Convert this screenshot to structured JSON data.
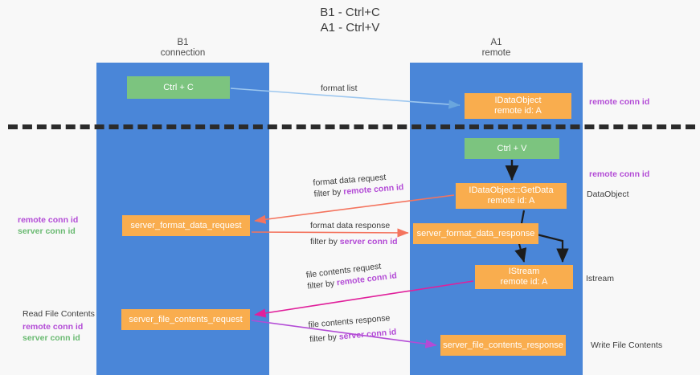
{
  "title": {
    "line1": "B1 - Ctrl+C",
    "line2": "A1 - Ctrl+V"
  },
  "lanes": [
    {
      "id": "b1",
      "name": "B1",
      "role": "connection"
    },
    {
      "id": "a1",
      "name": "A1",
      "role": "remote"
    }
  ],
  "nodes": {
    "ctrl_c": {
      "label": "Ctrl + C",
      "color": "#7cc47f"
    },
    "idataobject": {
      "line1": "IDataObject",
      "line2": "remote id: A",
      "color": "#f9ad4e"
    },
    "ctrl_v": {
      "label": "Ctrl + V",
      "color": "#7cc47f"
    },
    "getdata": {
      "line1": "IDataObject::GetData",
      "line2": "remote id: A",
      "color": "#f9ad4e"
    },
    "server_format_data_request": {
      "label": "server_format_data_request",
      "color": "#f9ad4e"
    },
    "server_format_data_response": {
      "label": "server_format_data_response",
      "color": "#f9ad4e"
    },
    "istream": {
      "line1": "IStream",
      "line2": "remote id: A",
      "color": "#f9ad4e"
    },
    "server_file_contents_request": {
      "label": "server_file_contents_request",
      "color": "#f9ad4e"
    },
    "server_file_contents_response": {
      "label": "server_file_contents_response",
      "color": "#f9ad4e"
    }
  },
  "edges": {
    "format_list": {
      "label": "format list",
      "color": "#9dc7ef"
    },
    "format_data_request": {
      "label": "format data request",
      "filter_prefix": "filter by ",
      "filter_key": "remote conn id",
      "color": "#f4745e"
    },
    "format_data_response": {
      "label": "format data response",
      "filter_prefix": "filter by ",
      "filter_key": "server conn id",
      "color": "#f4745e"
    },
    "file_contents_request": {
      "label": "file contents request",
      "filter_prefix": "filter by ",
      "filter_key": "remote conn id",
      "color": "#e0209b"
    },
    "file_contents_response": {
      "label": "file contents response",
      "filter_prefix": "filter by ",
      "filter_key": "server conn id",
      "color": "#b34bd6"
    }
  },
  "annotations": {
    "remote_conn_id": "remote conn id",
    "server_conn_id": "server conn id",
    "dataobject": "DataObject",
    "istream": "Istream",
    "read_file_contents": "Read File Contents",
    "write_file_contents": "Write File Contents"
  },
  "colors": {
    "lane": "#4a86d8",
    "green_node": "#7cc47f",
    "orange_node": "#f9ad4e",
    "remote_key": "#b34bd6",
    "server_key": "#6aba72",
    "divider": "#2b2b2b",
    "background": "#f8f8f8"
  }
}
